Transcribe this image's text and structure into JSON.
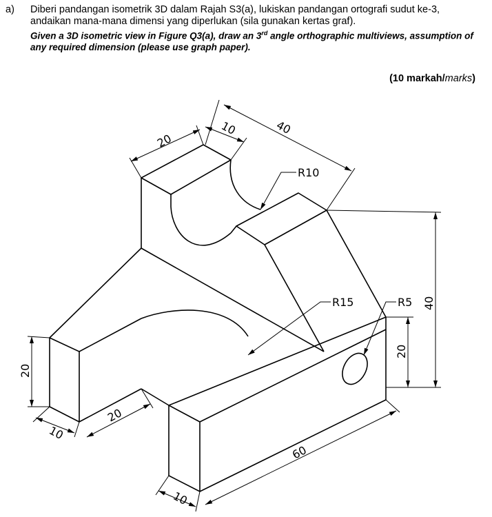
{
  "question": {
    "label": "a)",
    "malay_text": "Diberi pandangan isometrik 3D dalam Rajah S3(a), lukiskan pandangan ortografi sudut ke-3, andaikan mana-mana dimensi yang diperlukan (sila gunakan kertas graf).",
    "english_text_part1": "Given a 3D isometric view in Figure Q3(a), draw an 3",
    "english_superscript": "rd",
    "english_text_part2": " angle orthographic multiviews, assumption of any required dimension (please use graph paper).",
    "marks_prefix": "(10 markah/",
    "marks_english": "marks",
    "marks_suffix": ")"
  },
  "dimensions": {
    "top_width": "20",
    "top_slot": "10",
    "top_depth": "40",
    "radius_top": "R10",
    "radius_mid": "R15",
    "radius_hole": "R5",
    "height_total": "40",
    "height_front": "20",
    "left_height": "20",
    "left_depth": "10",
    "left_width": "20",
    "front_depth": "10",
    "front_length": "60"
  }
}
